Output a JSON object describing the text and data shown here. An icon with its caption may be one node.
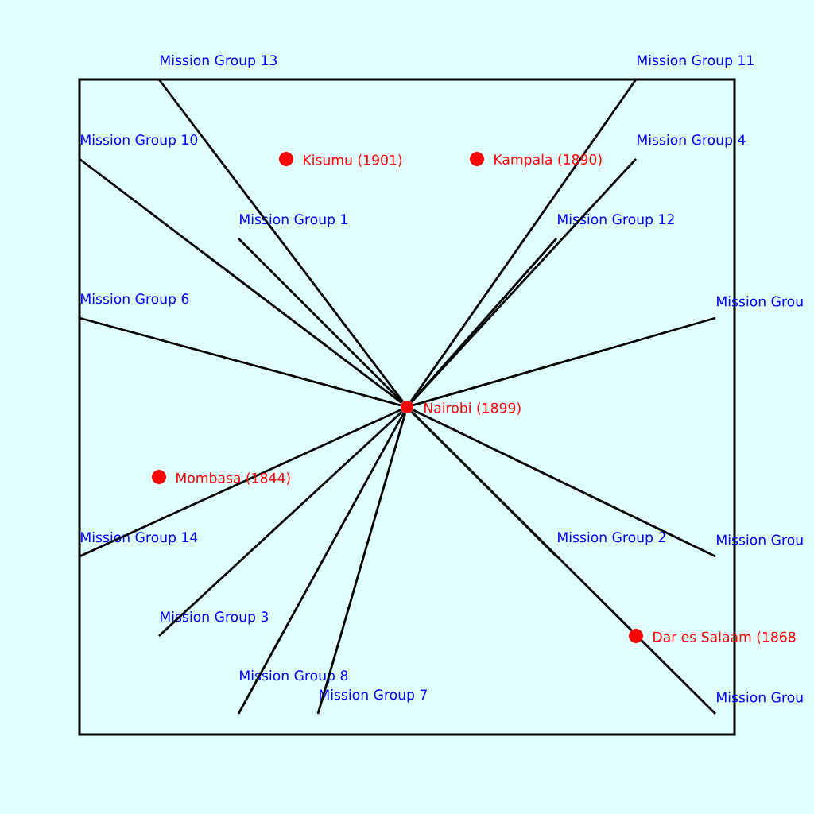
{
  "diagram": {
    "nodes": [
      {
        "text": [
          "Mission Group 13"
        ]
      },
      {
        "text": [
          "Mission Group 11"
        ]
      },
      {
        "text": [
          "Mission Group 10"
        ]
      },
      {
        "text": [
          "Mission Group 4"
        ]
      },
      {
        "text": [
          "Mission Group 1"
        ]
      },
      {
        "text": [
          "Mission Group 12"
        ]
      },
      {
        "text": [
          "Mission Group 6"
        ]
      },
      {
        "text": [
          "Mission Grou"
        ]
      },
      {
        "text": [],
        "shape": "circle",
        "beside": [
          "Nairobi (1899)"
        ]
      },
      {
        "text": [
          "Mission Group 14"
        ]
      },
      {
        "text": [
          "Mission Group 2"
        ]
      },
      {
        "text": [
          "Mission Grou"
        ]
      },
      {
        "text": [
          "Mission Group 3"
        ]
      },
      {
        "text": [
          "Mission Group 8"
        ]
      },
      {
        "text": [
          "Mission Group 7"
        ]
      },
      {
        "text": [
          "Mission Grou"
        ]
      }
    ],
    "edges": [
      {
        "from": 8,
        "to": 0,
        "arrow": "none"
      },
      {
        "from": 8,
        "to": 1,
        "arrow": "none"
      },
      {
        "from": 8,
        "to": 2,
        "arrow": "none"
      },
      {
        "from": 8,
        "to": 3,
        "arrow": "none"
      },
      {
        "from": 8,
        "to": 4,
        "arrow": "none"
      },
      {
        "from": 8,
        "to": 5,
        "arrow": "none"
      },
      {
        "from": 8,
        "to": 6,
        "arrow": "none"
      },
      {
        "from": 8,
        "to": 7,
        "arrow": "none"
      },
      {
        "from": 8,
        "to": 9,
        "arrow": "none"
      },
      {
        "from": 8,
        "to": 10,
        "arrow": "none"
      },
      {
        "from": 8,
        "to": 11,
        "arrow": "none"
      },
      {
        "from": 8,
        "to": 12,
        "arrow": "none"
      },
      {
        "from": 8,
        "to": 13,
        "arrow": "none"
      },
      {
        "from": 8,
        "to": 14,
        "arrow": "none"
      },
      {
        "from": 8,
        "to": 15,
        "arrow": "none"
      }
    ],
    "labels": [
      "Kisumu (1901)",
      "Kampala (1890)",
      "Mombasa (1844)",
      "Dar es Salaam (1868"
    ]
  }
}
